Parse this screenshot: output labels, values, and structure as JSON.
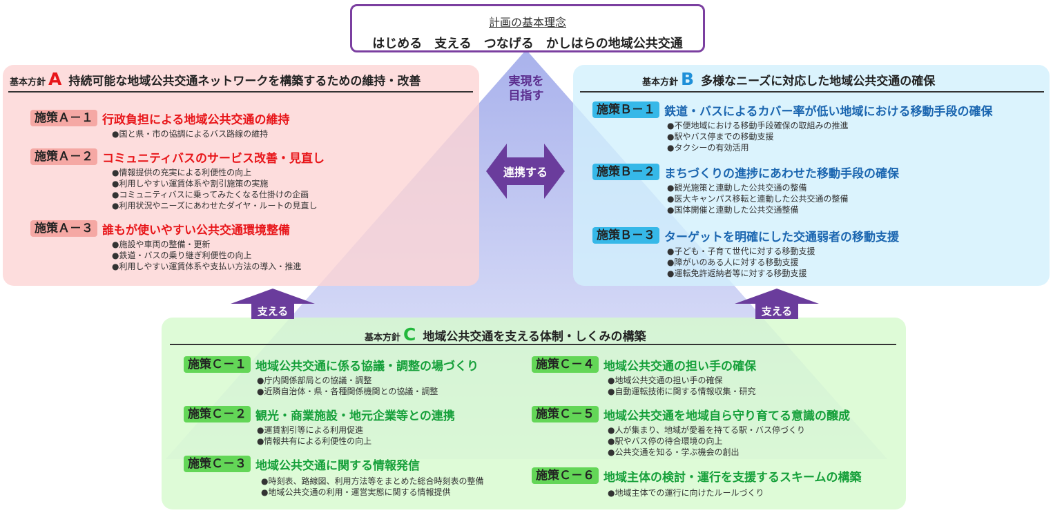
{
  "concept": {
    "title": "計画の基本理念",
    "slogan": "はじめる　支える　つなげる　かしはらの地域公共交通"
  },
  "labels": {
    "realize_line1": "実現を",
    "realize_line2": "目指す",
    "cooperate": "連携する",
    "support": "支える"
  },
  "colors": {
    "frame": "#7b3fa0",
    "arrow": "#6a3c9c",
    "policy_a_accent": "#e8161a",
    "policy_b_accent": "#1b66b0",
    "policy_c_accent": "#16a03a"
  },
  "policies": {
    "a": {
      "prefix": "基本方針",
      "letter": "A",
      "title": "持続可能な地域公共交通ネットワークを構築するための維持・改善",
      "measures": [
        {
          "tag": "施策Ａ－１",
          "title": "行政負担による地域公共交通の維持",
          "items": [
            "国と県・市の協調によるバス路線の維持"
          ]
        },
        {
          "tag": "施策Ａ－２",
          "title": "コミュニティバスのサービス改善・見直し",
          "items": [
            "情報提供の充実による利便性の向上",
            "利用しやすい運賃体系や割引施策の実施",
            "コミュニティバスに乗ってみたくなる仕掛けの企画",
            "利用状況やニーズにあわせたダイヤ・ルートの見直し"
          ]
        },
        {
          "tag": "施策Ａ－３",
          "title": "誰もが使いやすい公共交通環境整備",
          "items": [
            "施設や車両の整備・更新",
            "鉄道・バスの乗り継ぎ利便性の向上",
            "利用しやすい運賃体系や支払い方法の導入・推進"
          ]
        }
      ]
    },
    "b": {
      "prefix": "基本方針",
      "letter": "B",
      "title": "多様なニーズに対応した地域公共交通の確保",
      "measures": [
        {
          "tag": "施策Ｂ－１",
          "title": "鉄道・バスによるカバー率が低い地域における移動手段の確保",
          "items": [
            "不便地域における移動手段確保の取組みの推進",
            "駅やバス停までの移動支援",
            "タクシーの有効活用"
          ]
        },
        {
          "tag": "施策Ｂ－２",
          "title": "まちづくりの進捗にあわせた移動手段の確保",
          "items": [
            "観光施策と連動した公共交通の整備",
            "医大キャンパス移転と連動した公共交通の整備",
            "国体開催と連動した公共交通整備"
          ]
        },
        {
          "tag": "施策Ｂ－３",
          "title": "ターゲットを明確にした交通弱者の移動支援",
          "items": [
            "子ども・子育て世代に対する移動支援",
            "障がいのある人に対する移動支援",
            "運転免許返納者等に対する移動支援"
          ]
        }
      ]
    },
    "c": {
      "prefix": "基本方針",
      "letter": "C",
      "title": "地域公共交通を支える体制・しくみの構築",
      "measures": [
        {
          "tag": "施策Ｃ－１",
          "title": "地域公共交通に係る協議・調整の場づくり",
          "items": [
            "庁内関係部局との協議・調整",
            "近隣自治体・県・各種関係機関との協議・調整"
          ]
        },
        {
          "tag": "施策Ｃ－２",
          "title": "観光・商業施設・地元企業等との連携",
          "items": [
            "運賃割引等による利用促進",
            "情報共有による利便性の向上"
          ]
        },
        {
          "tag": "施策Ｃ－３",
          "title": "地域公共交通に関する情報発信",
          "items": [
            "時刻表、路線図、利用方法等をまとめた総合時刻表の整備",
            "地域公共交通の利用・運営実態に関する情報提供"
          ]
        },
        {
          "tag": "施策Ｃ－４",
          "title": "地域公共交通の担い手の確保",
          "items": [
            "地域公共交通の担い手の確保",
            "自動運転技術に関する情報収集・研究"
          ]
        },
        {
          "tag": "施策Ｃ－５",
          "title": "地域公共交通を地域自ら守り育てる意識の醸成",
          "items": [
            "人が集まり、地域が愛着を持てる駅・バス停づくり",
            "駅やバス停の待合環境の向上",
            "公共交通を知る・学ぶ機会の創出"
          ]
        },
        {
          "tag": "施策Ｃ－６",
          "title": "地域主体の検討・運行を支援するスキームの構築",
          "items": [
            "地域主体での運行に向けたルールづくり"
          ]
        }
      ]
    }
  }
}
